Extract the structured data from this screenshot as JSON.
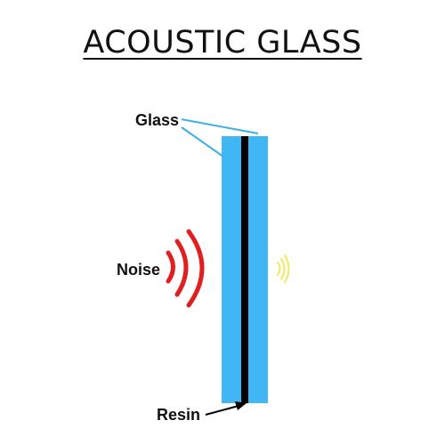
{
  "title": "ACOUSTIC GLASS",
  "labels": {
    "glass": "Glass",
    "noise": "Noise",
    "resin": "Resin"
  },
  "colors": {
    "glass_pane": "#40b6f5",
    "resin_layer": "#000000",
    "pointer_line": "#3fb0e6",
    "noise_waves": "#e02020",
    "transmitted_waves": "#f2e86a"
  }
}
